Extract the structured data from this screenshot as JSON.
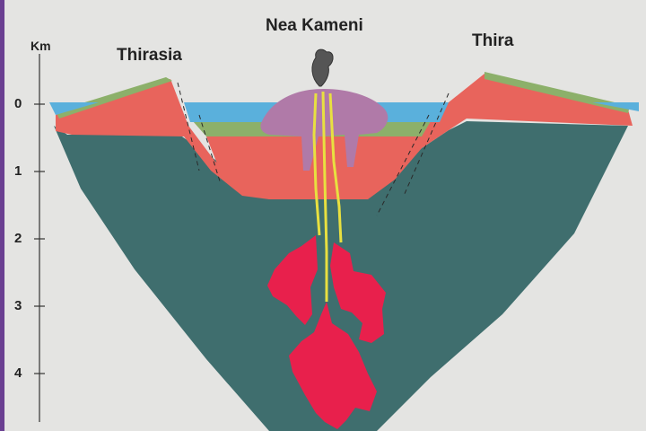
{
  "labels": {
    "peak_center": "Nea Kameni",
    "peak_left": "Thirasia",
    "peak_right": "Thira"
  },
  "axis": {
    "unit": "Km",
    "ticks": [
      "0",
      "1",
      "2",
      "3",
      "4"
    ]
  },
  "colors": {
    "sea": "#5ab0dc",
    "sediment_red": "#e8645c",
    "green_band": "#8cb06a",
    "basement": "#3f6e6e",
    "volcanic_dome": "#b07aa8",
    "magma": "#e8204c",
    "conduit": "#e8e040",
    "background": "#e4e4e2"
  }
}
